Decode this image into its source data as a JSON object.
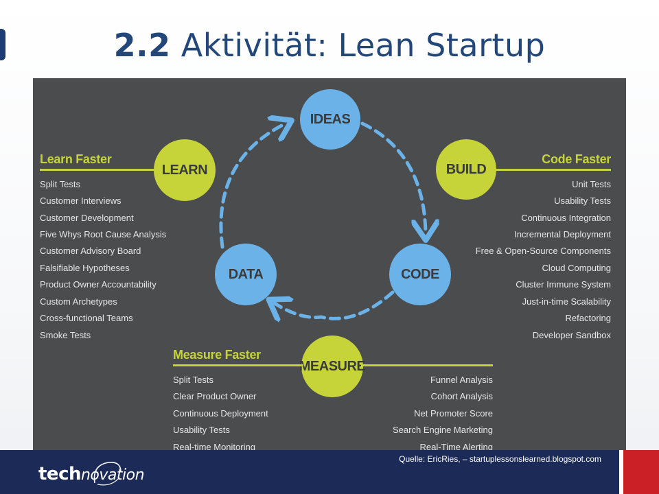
{
  "slide": {
    "title_number": "2.2",
    "title_text": "Aktivität: Lean Startup"
  },
  "diagram": {
    "nodes": {
      "ideas": "IDEAS",
      "build": "BUILD",
      "code": "CODE",
      "measure": "MEASURE",
      "data": "DATA",
      "learn": "LEARN"
    },
    "learn_faster": {
      "title": "Learn Faster",
      "items": [
        "Split Tests",
        "Customer Interviews",
        "Customer Development",
        "Five Whys Root Cause Analysis",
        "Customer Advisory Board",
        "Falsifiable Hypotheses",
        "Product Owner Accountability",
        "Custom Archetypes",
        "Cross-functional Teams",
        "Smoke Tests"
      ]
    },
    "code_faster": {
      "title": "Code Faster",
      "items": [
        "Unit Tests",
        "Usability Tests",
        "Continuous Integration",
        "Incremental Deployment",
        "Free & Open-Source Components",
        "Cloud Computing",
        "Cluster Immune System",
        "Just-in-time Scalability",
        "Refactoring",
        "Developer Sandbox"
      ]
    },
    "measure_faster": {
      "title": "Measure Faster",
      "left_items": [
        "Split Tests",
        "Clear Product Owner",
        "Continuous Deployment",
        "Usability Tests",
        "Real-time Monitoring"
      ],
      "right_items": [
        "Funnel Analysis",
        "Cohort Analysis",
        "Net Promoter Score",
        "Search Engine Marketing",
        "Real-Time Alerting"
      ]
    },
    "colors": {
      "background": "#4b4c4e",
      "blue_node": "#6ab2e7",
      "green_node": "#c6d43a",
      "arrow": "#6ab2e7"
    }
  },
  "footer": {
    "source": "Quelle: EricRies, – startuplessonslearned.blogspot.com",
    "logo_tech": "tech",
    "logo_novation": "novation",
    "colors": {
      "bar": "#1c2a57",
      "accent": "#cc2027"
    }
  }
}
